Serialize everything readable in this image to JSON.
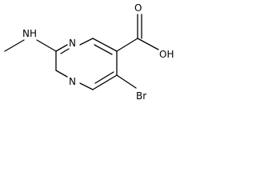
{
  "molecule": {
    "atoms": {
      "nh": "NH",
      "n1": "N",
      "n3": "N",
      "oh": "OH",
      "o": "O",
      "br": "Br"
    }
  },
  "colors": {
    "bond": "#000000",
    "label": "#000000",
    "background": "#ffffff"
  }
}
